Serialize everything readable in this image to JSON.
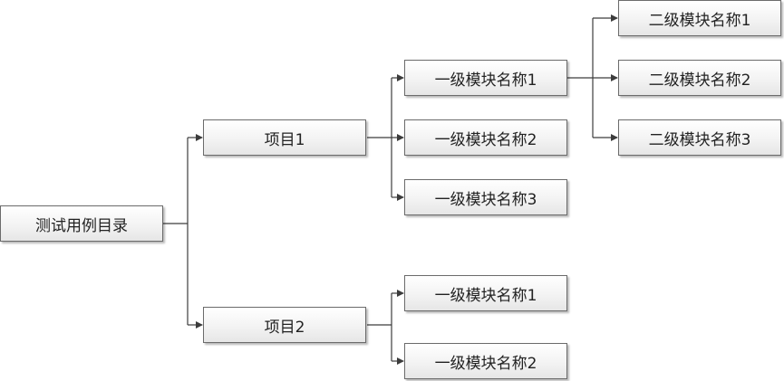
{
  "root": {
    "label": "测试用例目录"
  },
  "projects": [
    {
      "label": "项目1",
      "modules": [
        {
          "label": "一级模块名称1",
          "submodules": [
            {
              "label": "二级模块名称1"
            },
            {
              "label": "二级模块名称2"
            },
            {
              "label": "二级模块名称3"
            }
          ]
        },
        {
          "label": "一级模块名称2"
        },
        {
          "label": "一级模块名称3"
        }
      ]
    },
    {
      "label": "项目2",
      "modules": [
        {
          "label": "一级模块名称1"
        },
        {
          "label": "一级模块名称2"
        }
      ]
    }
  ],
  "colors": {
    "line": "#3c3c3c",
    "border": "#6b6b6b",
    "text": "#222222"
  }
}
